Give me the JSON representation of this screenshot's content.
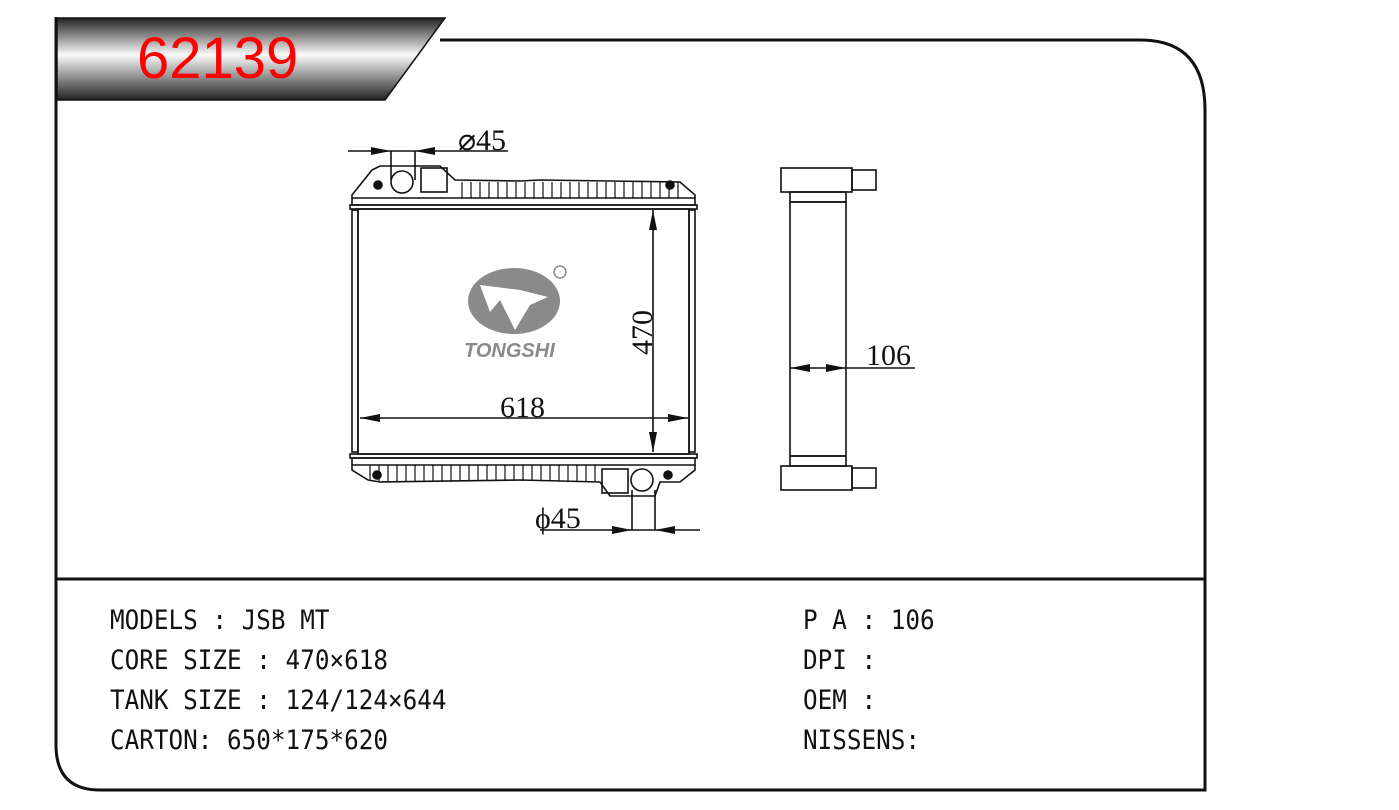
{
  "header": {
    "part_number": "62139"
  },
  "drawing": {
    "front_view": {
      "inlet_diameter": "⌀45",
      "outlet_diameter": "ϕ45",
      "height": "470",
      "width": "618"
    },
    "side_view": {
      "thickness": "106"
    },
    "logo": {
      "brand": "TONGSHI",
      "registered": "®"
    }
  },
  "specs": {
    "left": [
      {
        "label": "MODELS : JSB MT"
      },
      {
        "label": "CORE SIZE : 470×618"
      },
      {
        "label": "TANK SIZE : 124/124×644"
      },
      {
        "label": "CARTON: 650*175*620"
      }
    ],
    "right": [
      {
        "label": "P A : 106"
      },
      {
        "label": "DPI :"
      },
      {
        "label": "OEM :"
      },
      {
        "label": "NISSENS:"
      }
    ]
  },
  "colors": {
    "part_number": "#ff0000",
    "logo": "#8a8a8a"
  }
}
